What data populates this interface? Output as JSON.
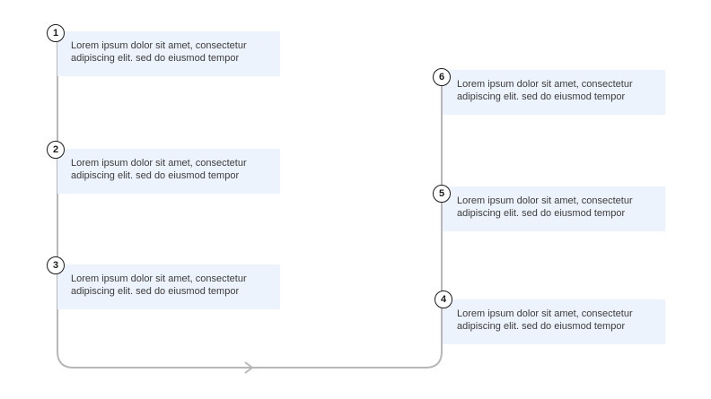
{
  "steps": [
    {
      "number": "1",
      "text": "Lorem ipsum dolor sit amet, consectetur\nadipiscing elit. sed do eiusmod tempor"
    },
    {
      "number": "2",
      "text": "Lorem ipsum dolor sit amet, consectetur\nadipiscing elit. sed do eiusmod tempor"
    },
    {
      "number": "3",
      "text": "Lorem ipsum dolor sit amet, consectetur\nadipiscing elit. sed do eiusmod tempor"
    },
    {
      "number": "4",
      "text": "Lorem ipsum dolor sit amet, consectetur\nadipiscing elit. sed do eiusmod tempor"
    },
    {
      "number": "5",
      "text": "Lorem ipsum dolor sit amet, consectetur\nadipiscing elit. sed do eiusmod tempor"
    },
    {
      "number": "6",
      "text": "Lorem ipsum dolor sit amet, consectetur\nadipiscing elit. sed do eiusmod tempor"
    }
  ],
  "colors": {
    "card_background": "#edf3fc",
    "connector_line": "#b7b7b7",
    "badge_border": "#1a1a1a",
    "text": "#3c3c3c"
  }
}
